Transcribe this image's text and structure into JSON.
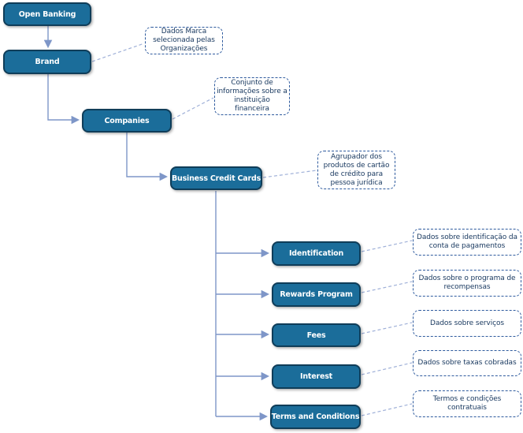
{
  "diagram": {
    "title": "Open Banking - Business Credit Cards data hierarchy",
    "colors": {
      "node_fill": "#1b6d9a",
      "node_border": "#0f3d59",
      "node_text": "#ffffff",
      "solid_connector": "#7e96c8",
      "dashed_connector": "#9fb0d8",
      "annotation_border": "#2f5b9e",
      "annotation_text": "#17375e",
      "background": "#ffffff"
    },
    "nodes": [
      {
        "id": "open-banking",
        "label": "Open Banking"
      },
      {
        "id": "brand",
        "label": "Brand"
      },
      {
        "id": "companies",
        "label": "Companies"
      },
      {
        "id": "business-credit-cards",
        "label": "Business Credit Cards"
      },
      {
        "id": "identification",
        "label": "Identification"
      },
      {
        "id": "rewards-program",
        "label": "Rewards Program"
      },
      {
        "id": "fees",
        "label": "Fees"
      },
      {
        "id": "interest",
        "label": "Interest"
      },
      {
        "id": "terms-and-conditions",
        "label": "Terms and Conditions"
      }
    ],
    "annotations": [
      {
        "for": "brand",
        "text": "Dados Marca\nselecionada pelas\nOrganizações"
      },
      {
        "for": "companies",
        "text": "Conjunto de\ninformações sobre a\ninstituição\nfinanceira"
      },
      {
        "for": "business-credit-cards",
        "text": "Agrupador dos\nprodutos de cartão\nde crédito para\npessoa jurídica"
      },
      {
        "for": "identification",
        "text": "Dados sobre identificação da\nconta de pagamentos"
      },
      {
        "for": "rewards-program",
        "text": "Dados sobre o programa de\nrecompensas"
      },
      {
        "for": "fees",
        "text": "Dados sobre serviços"
      },
      {
        "for": "interest",
        "text": "Dados sobre taxas cobradas"
      },
      {
        "for": "terms-and-conditions",
        "text": "Termos e condições\ncontratuais"
      }
    ]
  }
}
